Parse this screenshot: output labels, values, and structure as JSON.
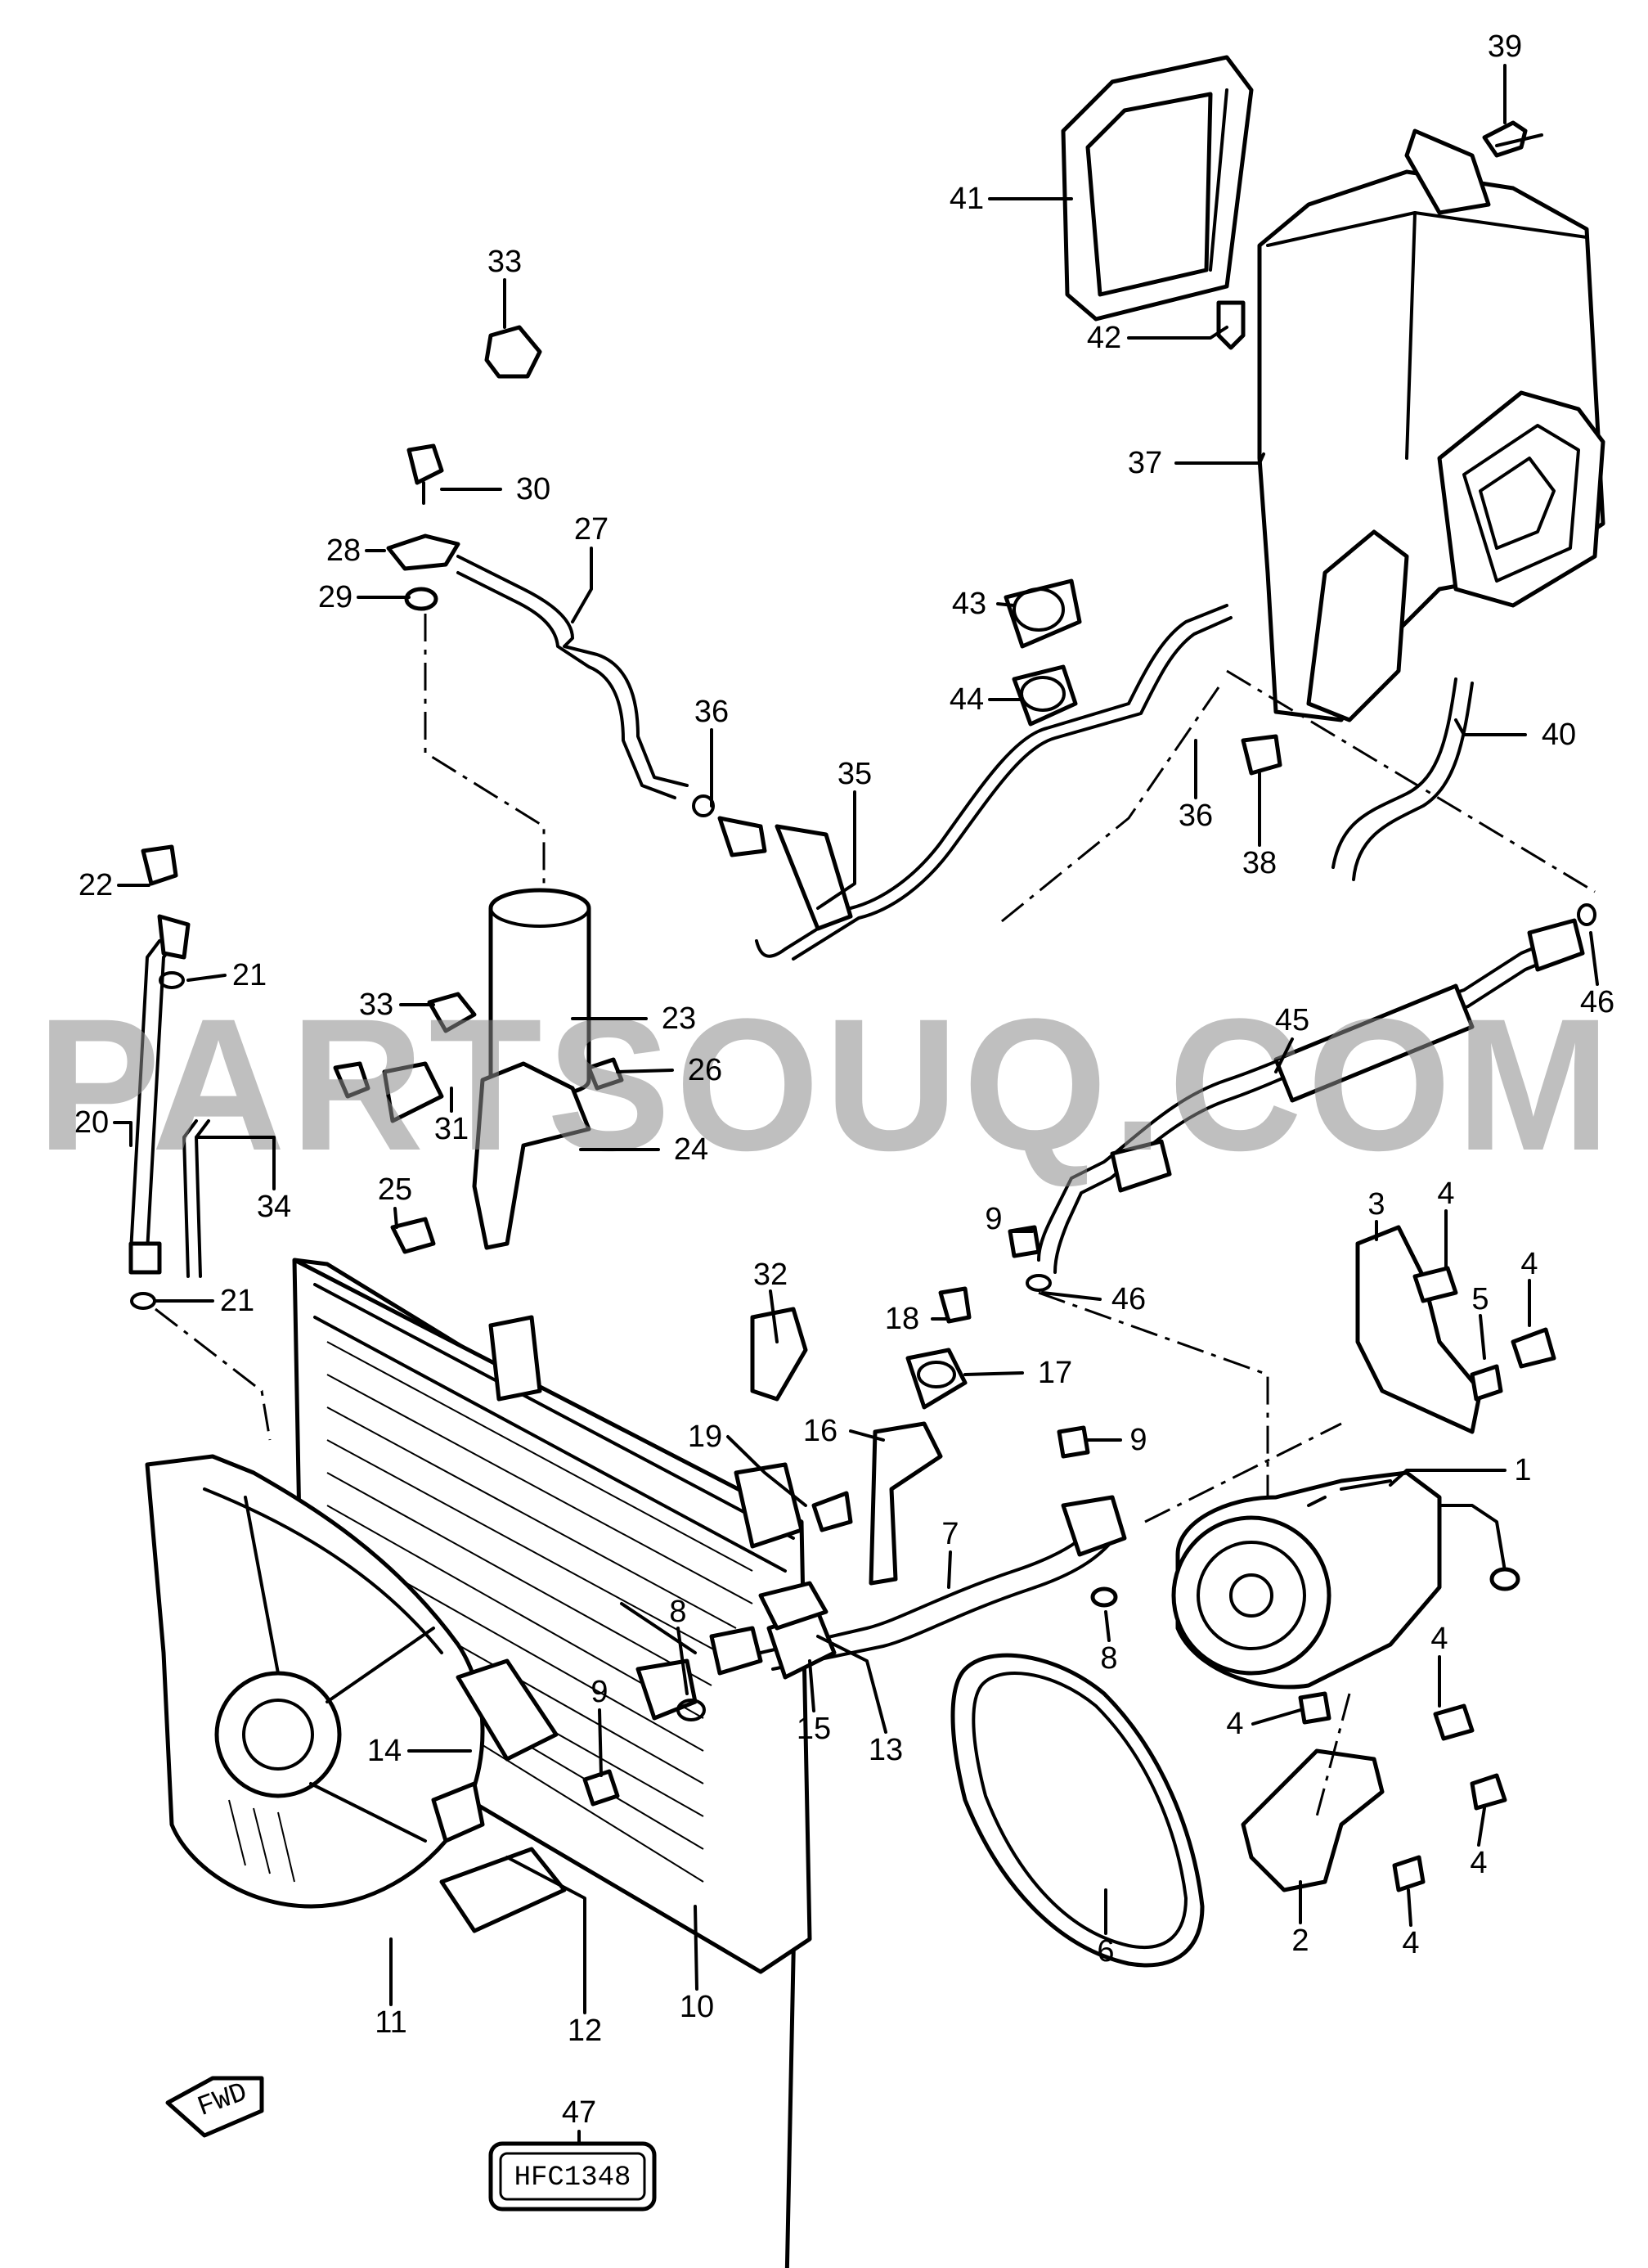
{
  "callouts": [
    "1",
    "2",
    "3",
    "4",
    "5",
    "6",
    "7",
    "8",
    "9",
    "10",
    "11",
    "12",
    "13",
    "14",
    "15",
    "16",
    "17",
    "18",
    "19",
    "20",
    "21",
    "22",
    "23",
    "24",
    "25",
    "26",
    "27",
    "28",
    "29",
    "30",
    "31",
    "32",
    "33",
    "34",
    "35",
    "36",
    "37",
    "38",
    "39",
    "40",
    "41",
    "42",
    "43",
    "44",
    "45",
    "46",
    "47"
  ],
  "watermark": "PARTSOUQ.COM",
  "direction_marker": "FWD",
  "stamp_code": "HFC1348"
}
